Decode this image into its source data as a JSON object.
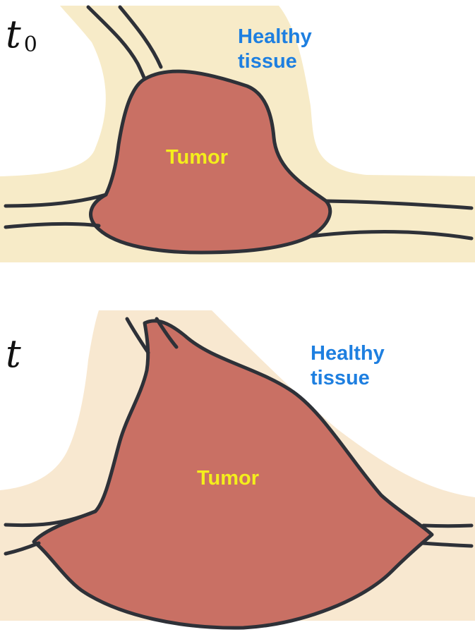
{
  "panels": [
    {
      "time_label": {
        "symbol": "t",
        "subscript": "0"
      },
      "tissue_label": "Healthy\ntissue",
      "tumor_label": "Tumor"
    },
    {
      "time_label": {
        "symbol": "t",
        "subscript": ""
      },
      "tissue_label": "Healthy\ntissue",
      "tumor_label": "Tumor"
    }
  ],
  "colors": {
    "healthy_tissue_top": "#f7ebc8",
    "healthy_tissue_bottom": "#f8e8d0",
    "tumor": "#c97064",
    "vessel_outline": "#2e3138",
    "tissue_label": "#1e7fe0",
    "tumor_label": "#f4ee1c",
    "background": "#ffffff"
  }
}
